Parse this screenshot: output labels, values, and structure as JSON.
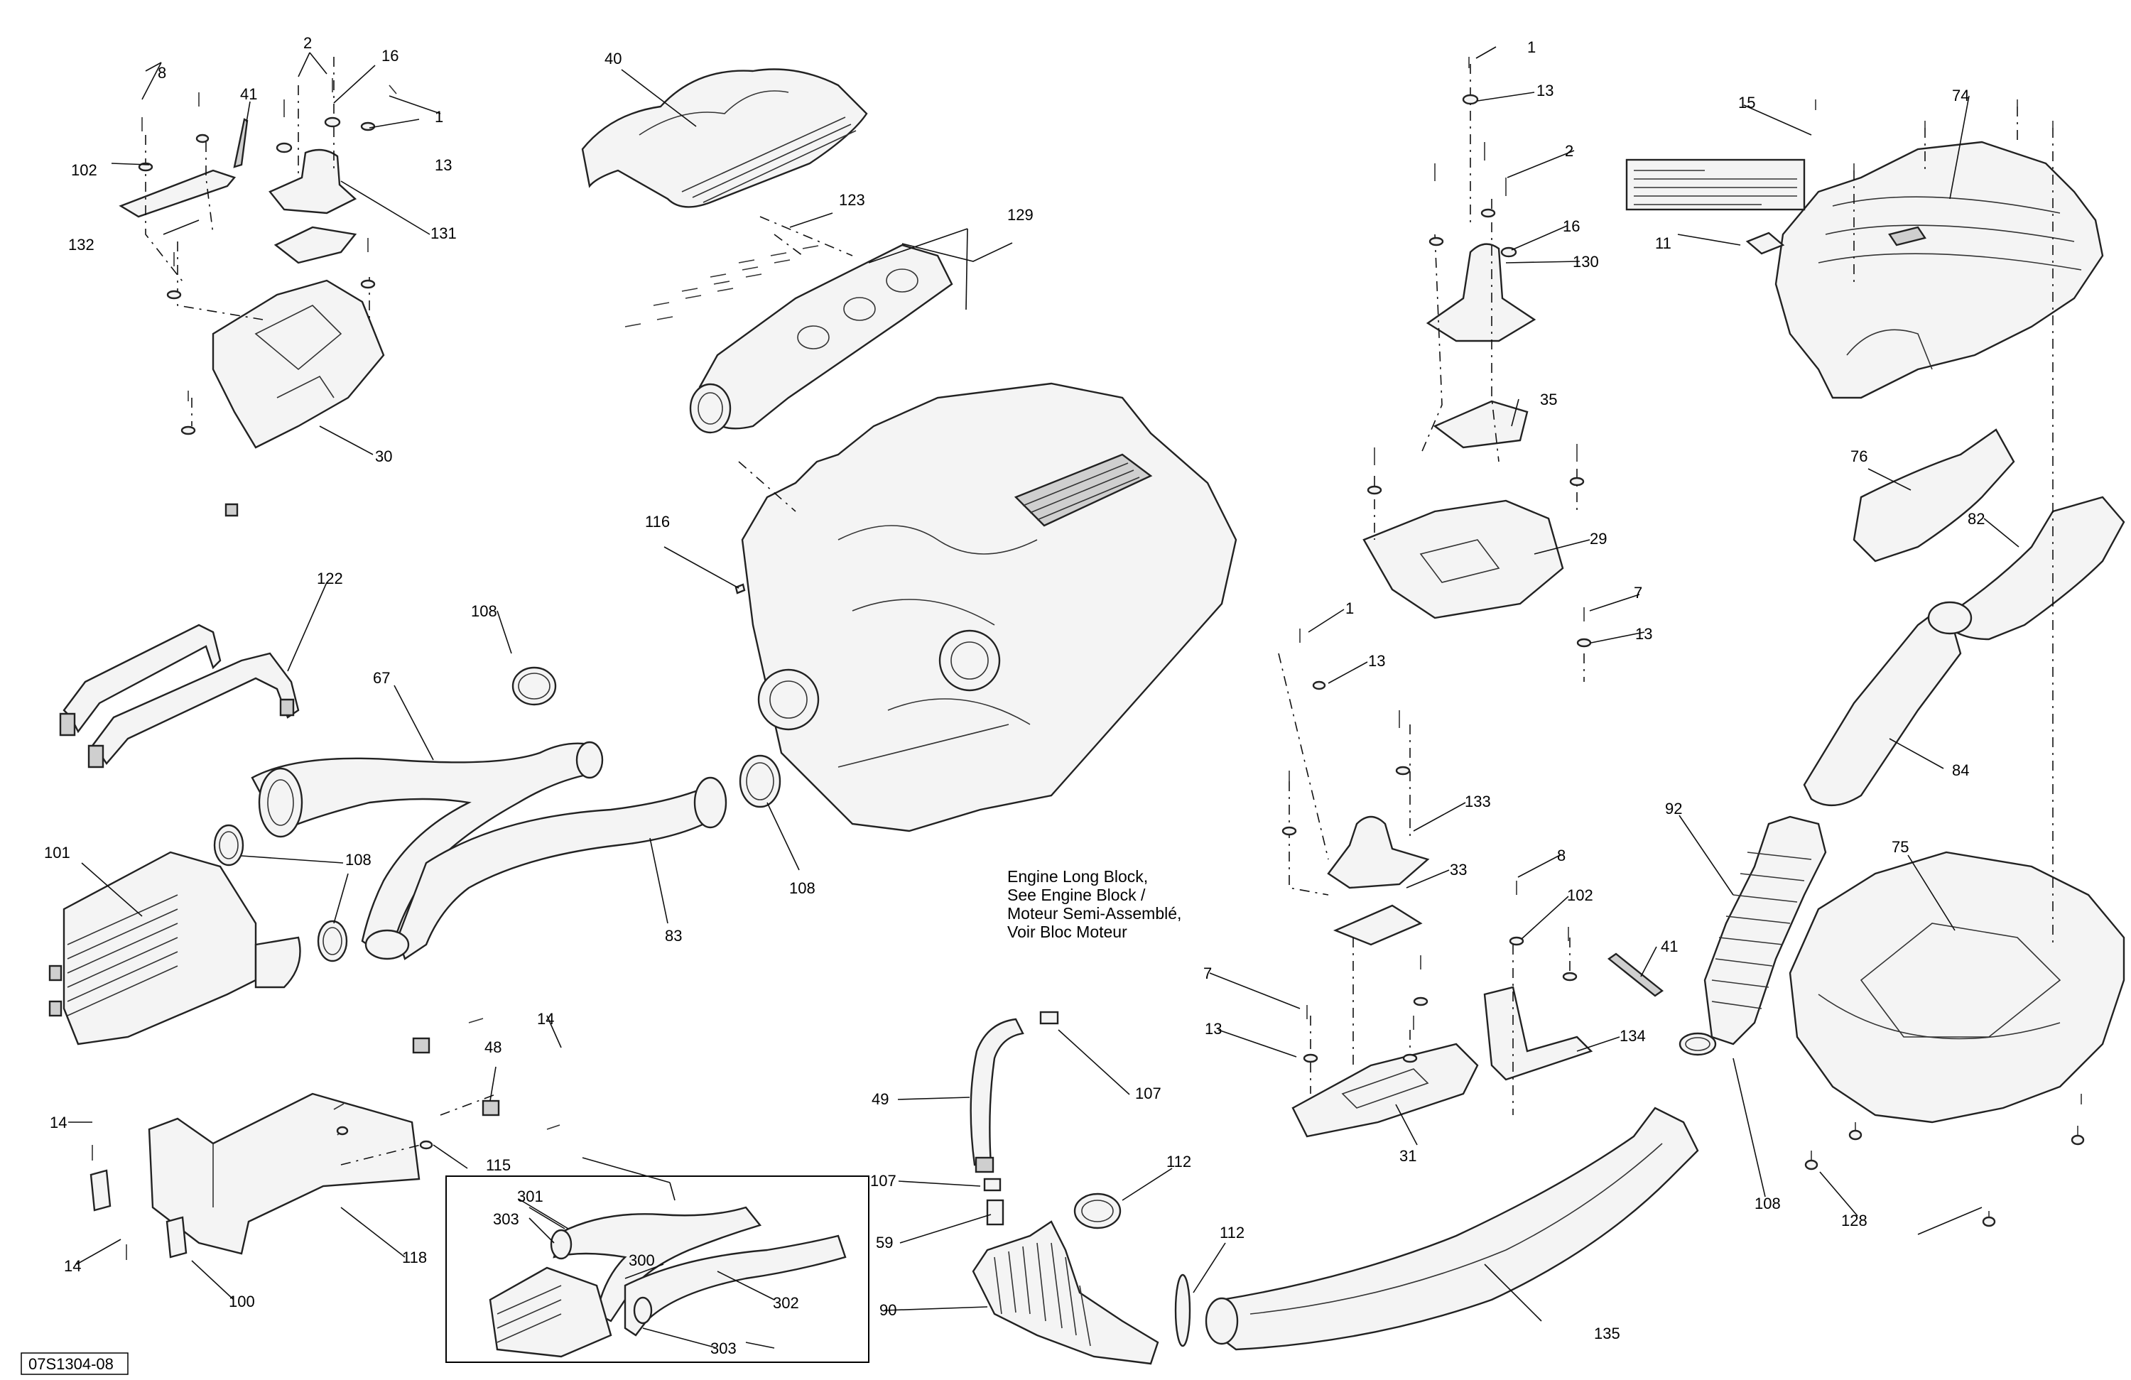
{
  "diagram": {
    "reference_code": "07S1304-08",
    "engine_note": [
      "Engine Long Block,",
      "See Engine Block /",
      "Moteur Semi-Assemblé,",
      "Voir Bloc Moteur"
    ],
    "callouts": [
      {
        "id": "c1",
        "label": "1"
      },
      {
        "id": "c2",
        "label": "2"
      },
      {
        "id": "c3",
        "label": "7"
      },
      {
        "id": "c4",
        "label": "8"
      },
      {
        "id": "c5",
        "label": "11"
      },
      {
        "id": "c6",
        "label": "13"
      },
      {
        "id": "c7",
        "label": "14"
      },
      {
        "id": "c8",
        "label": "15"
      },
      {
        "id": "c9",
        "label": "16"
      },
      {
        "id": "c10",
        "label": "29"
      },
      {
        "id": "c11",
        "label": "30"
      },
      {
        "id": "c12",
        "label": "31"
      },
      {
        "id": "c13",
        "label": "33"
      },
      {
        "id": "c14",
        "label": "35"
      },
      {
        "id": "c15",
        "label": "40"
      },
      {
        "id": "c16",
        "label": "41"
      },
      {
        "id": "c17",
        "label": "48"
      },
      {
        "id": "c18",
        "label": "49"
      },
      {
        "id": "c19",
        "label": "59"
      },
      {
        "id": "c20",
        "label": "67"
      },
      {
        "id": "c21",
        "label": "74"
      },
      {
        "id": "c22",
        "label": "75"
      },
      {
        "id": "c23",
        "label": "76"
      },
      {
        "id": "c24",
        "label": "82"
      },
      {
        "id": "c25",
        "label": "83"
      },
      {
        "id": "c26",
        "label": "84"
      },
      {
        "id": "c27",
        "label": "90"
      },
      {
        "id": "c28",
        "label": "92"
      },
      {
        "id": "c29",
        "label": "100"
      },
      {
        "id": "c30",
        "label": "101"
      },
      {
        "id": "c31",
        "label": "102"
      },
      {
        "id": "c32",
        "label": "107"
      },
      {
        "id": "c33",
        "label": "108"
      },
      {
        "id": "c34",
        "label": "112"
      },
      {
        "id": "c35",
        "label": "115"
      },
      {
        "id": "c36",
        "label": "116"
      },
      {
        "id": "c37",
        "label": "118"
      },
      {
        "id": "c38",
        "label": "122"
      },
      {
        "id": "c39",
        "label": "123"
      },
      {
        "id": "c40",
        "label": "128"
      },
      {
        "id": "c41",
        "label": "129"
      },
      {
        "id": "c42",
        "label": "130"
      },
      {
        "id": "c43",
        "label": "131"
      },
      {
        "id": "c44",
        "label": "132"
      },
      {
        "id": "c45",
        "label": "133"
      },
      {
        "id": "c46",
        "label": "134"
      },
      {
        "id": "c47",
        "label": "135"
      },
      {
        "id": "c48",
        "label": "300"
      },
      {
        "id": "c49",
        "label": "301"
      },
      {
        "id": "c50",
        "label": "302"
      },
      {
        "id": "c51",
        "label": "303"
      }
    ]
  }
}
